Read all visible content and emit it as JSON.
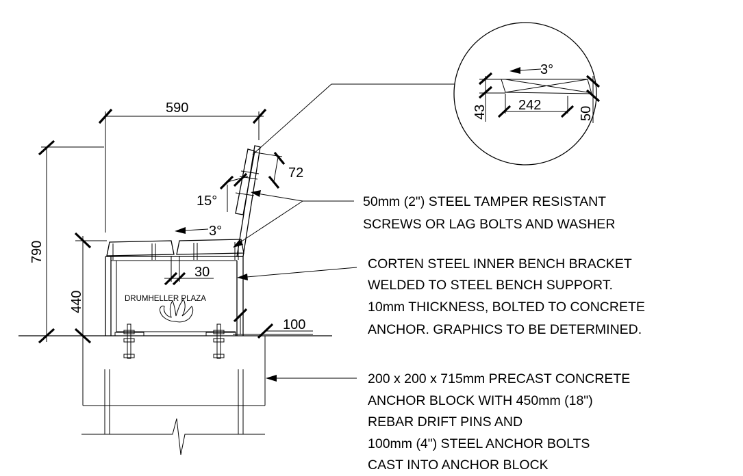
{
  "dimensions": {
    "width_590": "590",
    "height_790": "790",
    "height_440": "440",
    "slope_3_seat": "3°",
    "bracket_30": "30",
    "angle_15": "15°",
    "back_72": "72",
    "base_100": "100",
    "detail_slope_3": "3°",
    "detail_242": "242",
    "detail_43": "43",
    "detail_50": "50"
  },
  "bench_graphic": {
    "plaza_name": "DRUMHELLER PLAZA",
    "emblem": "dinosaur-footprint-icon"
  },
  "notes": {
    "screws": [
      "50mm (2\") STEEL TAMPER RESISTANT",
      "SCREWS OR LAG BOLTS AND WASHER"
    ],
    "bracket": [
      "CORTEN STEEL INNER BENCH BRACKET",
      "WELDED TO STEEL BENCH SUPPORT.",
      "10mm THICKNESS, BOLTED TO CONCRETE",
      "ANCHOR.  GRAPHICS TO BE DETERMINED."
    ],
    "anchor": [
      "200 x 200 x 715mm PRECAST CONCRETE",
      "ANCHOR BLOCK WITH 450mm (18\")",
      "REBAR DRIFT PINS AND",
      "100mm (4\")  STEEL ANCHOR BOLTS",
      "CAST INTO ANCHOR BLOCK"
    ]
  }
}
